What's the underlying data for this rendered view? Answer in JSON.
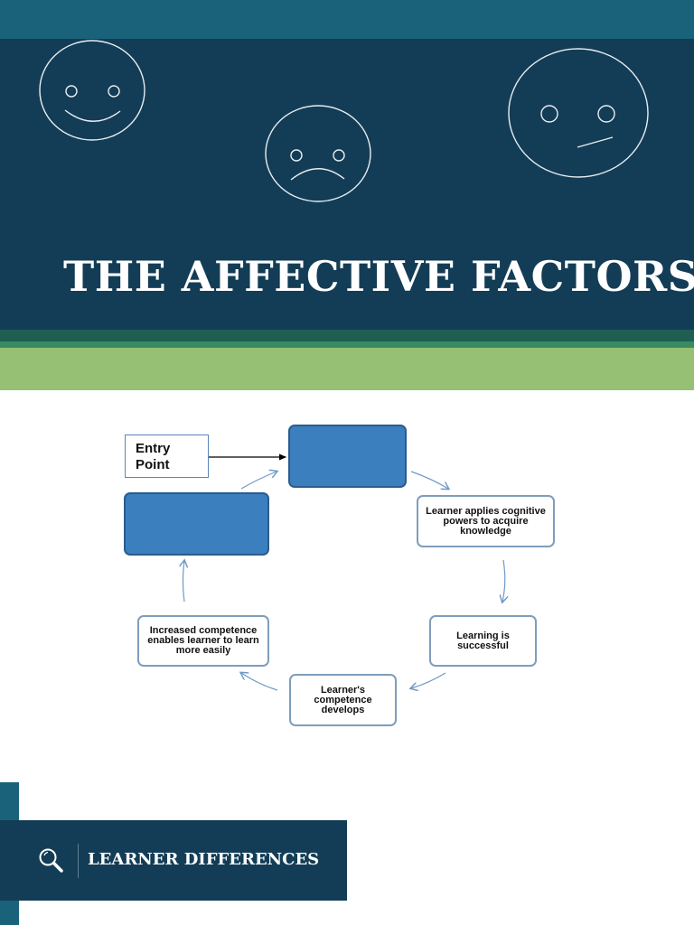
{
  "hero": {
    "title": "THE AFFECTIVE FACTORS",
    "faces": [
      {
        "name": "happy-face-icon"
      },
      {
        "name": "sad-face-icon"
      },
      {
        "name": "unsure-face-icon"
      }
    ]
  },
  "diagram": {
    "entry_label": "Entry\nPoint",
    "nodes": {
      "applies": "Learner applies cognitive powers to acquire knowledge",
      "success": "Learning is successful",
      "develops": "Learner's competence develops",
      "increased": "Increased competence enables learner to learn more easily"
    },
    "colors": {
      "blue_box": "#3b7fbe",
      "border": "#7f9dbd",
      "arrow": "#6f99c6"
    }
  },
  "footer": {
    "icon": "search-icon",
    "label": "LEARNER DIFFERENCES"
  }
}
